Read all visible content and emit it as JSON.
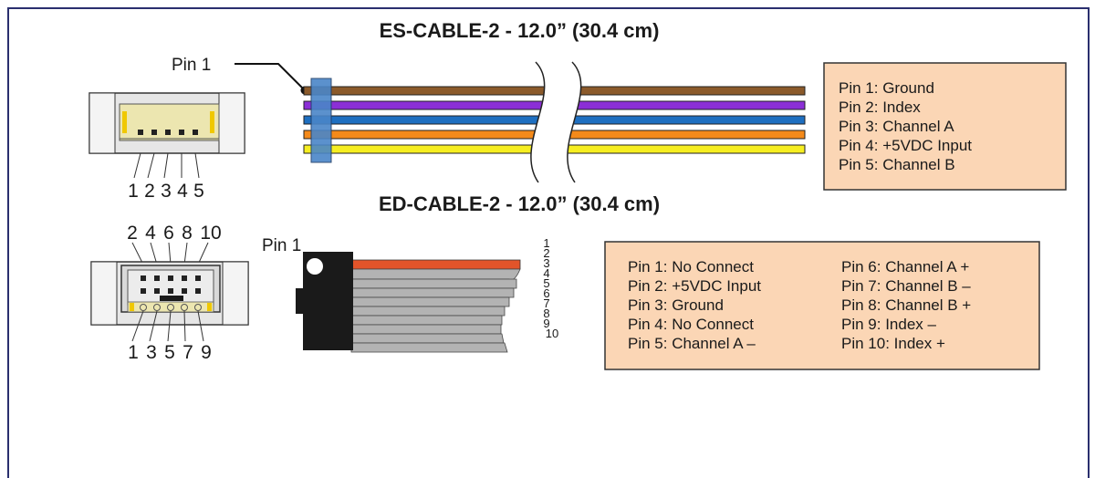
{
  "es_cable": {
    "title": "ES-CABLE-2 - 12.0” (30.4 cm)",
    "pin1_label": "Pin 1",
    "pin_numbers": [
      "1",
      "2",
      "3",
      "4",
      "5"
    ],
    "wire_colors": [
      "#8b5a2b",
      "#8b2fd6",
      "#1e6fc0",
      "#f48a1a",
      "#f6ee21"
    ],
    "pinout": [
      "Pin 1: Ground",
      "Pin 2: Index",
      "Pin 3: Channel A",
      "Pin 4: +5VDC Input",
      "Pin 5: Channel B"
    ]
  },
  "ed_cable": {
    "title": "ED-CABLE-2 - 12.0” (30.4 cm)",
    "pin1_label": "Pin 1",
    "top_pin_numbers": [
      "2",
      "4",
      "6",
      "8",
      "10"
    ],
    "bottom_pin_numbers": [
      "1",
      "3",
      "5",
      "7",
      "9"
    ],
    "ribbon_numbers": [
      "1",
      "2",
      "3",
      "4",
      "5",
      "6",
      "7",
      "8",
      "9",
      "10"
    ],
    "pinout_left": [
      "Pin 1: No Connect",
      "Pin 2: +5VDC Input",
      "Pin 3: Ground",
      "Pin 4: No Connect",
      "Pin 5: Channel A –"
    ],
    "pinout_right": [
      "Pin 6: Channel A +",
      "Pin 7: Channel B –",
      "Pin 8: Channel B +",
      "Pin 9: Index –",
      "Pin 10: Index +"
    ]
  },
  "colors": {
    "frame": "#2a2f6e",
    "pinout_box": "#fbd6b5",
    "connector_body": "#e6e6e6",
    "connector_insert": "#ece6b0",
    "clip": "#4a86c8",
    "ribbon_red": "#e2542a",
    "ribbon_gray": "#b3b3b3",
    "ed_connector": "#1a1a1a"
  }
}
